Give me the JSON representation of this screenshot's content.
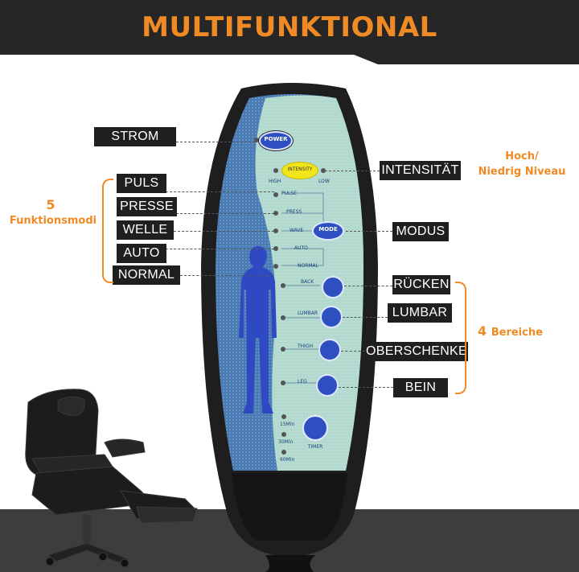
{
  "header": {
    "title": "MULTIFUNKTIONAL"
  },
  "left_labels": {
    "power": "STROM",
    "pulse": "PULS",
    "press": "PRESSE",
    "wave": "WELLE",
    "auto": "AUTO",
    "normal": "NORMAL"
  },
  "right_labels": {
    "intensity": "INTENSITÄT",
    "mode": "MODUS",
    "back": "RÜCKEN",
    "lumbar": "LUMBAR",
    "thigh": "OBERSCHENKE",
    "leg": "BEIN"
  },
  "annotations": {
    "modes_count": "5",
    "modes_text": "Funktionsmodi",
    "intensity_level_line1": "Hoch/",
    "intensity_level_line2": "Niedrig Niveau",
    "areas_count": "4",
    "areas_text": "Bereiche"
  },
  "remote": {
    "power": "POWER",
    "intensity": "INTENSITY",
    "high": "HIGH",
    "low": "LOW",
    "pulse": "PULSE",
    "press": "PRESS",
    "wave": "WAVE",
    "auto": "AUTO",
    "normal": "NORMAL",
    "mode": "MODE",
    "back": "BACK",
    "lumbar": "LUMBAR",
    "thigh": "THIGH",
    "leg": "LEG",
    "t15": "15Min",
    "t30": "30Min",
    "t60": "60Min",
    "timer": "TIMER"
  },
  "colors": {
    "accent": "#ef8a25",
    "label_bg": "#1f1f1f",
    "button_blue": "#2d4fbf",
    "panel_teal": "#b9ddd3",
    "panel_blue": "#4f80b8",
    "intensity_yellow": "#f3e51b"
  }
}
